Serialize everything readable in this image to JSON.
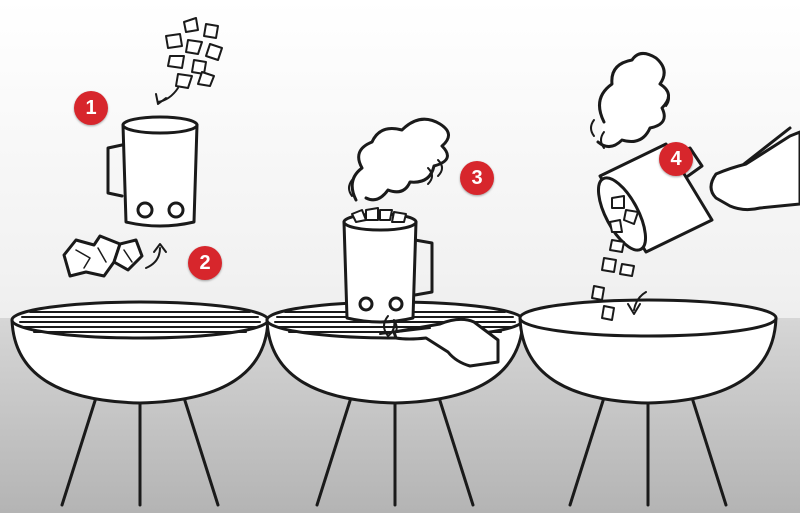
{
  "steps": [
    {
      "number": "1"
    },
    {
      "number": "2"
    },
    {
      "number": "3"
    },
    {
      "number": "4"
    }
  ],
  "colors": {
    "badge": "#d7262c",
    "badge_text": "#ffffff",
    "line": "#1a1a1a",
    "fill": "#ffffff",
    "floor": "#c8c8c8",
    "wall": "#eeeeee"
  }
}
